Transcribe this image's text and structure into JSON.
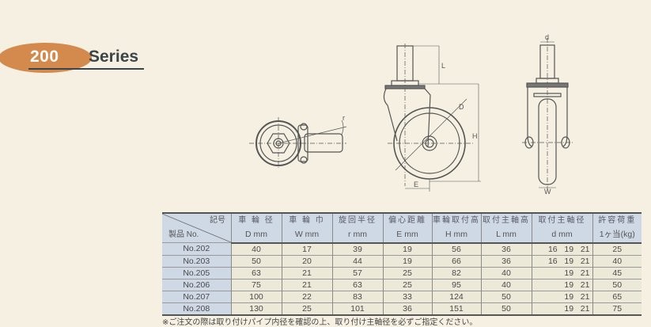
{
  "title": {
    "number": "200",
    "label": "Series"
  },
  "colors": {
    "background": "#f5f0e2",
    "oval": "#d48a4c",
    "header_bg": "#cfd9e6",
    "cell_bg": "#ece9d8",
    "line": "#555555"
  },
  "diagram_labels": {
    "top_r": "r",
    "side_L": "L",
    "side_D": "D",
    "side_H": "H",
    "side_E": "E",
    "front_d": "d",
    "front_W": "W"
  },
  "table": {
    "corner_top": "記号",
    "corner_bottom": "製品 No.",
    "headers": [
      {
        "jp": "車 輪 径",
        "unit": "D mm"
      },
      {
        "jp": "車 輪 巾",
        "unit": "W mm"
      },
      {
        "jp": "旋回半径",
        "unit": "r mm"
      },
      {
        "jp": "偏心距離",
        "unit": "E mm"
      },
      {
        "jp": "車輪取付高",
        "unit": "H mm"
      },
      {
        "jp": "取付主軸高",
        "unit": "L mm"
      },
      {
        "jp": "取付主軸径",
        "unit": "d mm"
      },
      {
        "jp": "許容荷重",
        "unit": "1ヶ当(kg)"
      }
    ],
    "rows": [
      {
        "model": "No.202",
        "D": "40",
        "W": "17",
        "r": "39",
        "E": "19",
        "H": "56",
        "L": "36",
        "d": "16   19   21",
        "load": "25"
      },
      {
        "model": "No.203",
        "D": "50",
        "W": "20",
        "r": "44",
        "E": "19",
        "H": "66",
        "L": "36",
        "d": "16   19   21",
        "load": "40"
      },
      {
        "model": "No.205",
        "D": "63",
        "W": "21",
        "r": "57",
        "E": "25",
        "H": "82",
        "L": "40",
        "d": "19   21",
        "load": "45"
      },
      {
        "model": "No.206",
        "D": "75",
        "W": "21",
        "r": "63",
        "E": "25",
        "H": "95",
        "L": "40",
        "d": "19   21",
        "load": "50"
      },
      {
        "model": "No.207",
        "D": "100",
        "W": "22",
        "r": "83",
        "E": "33",
        "H": "124",
        "L": "50",
        "d": "19   21",
        "load": "65"
      },
      {
        "model": "No.208",
        "D": "130",
        "W": "25",
        "r": "101",
        "E": "36",
        "H": "151",
        "L": "50",
        "d": "19   21",
        "load": "75"
      }
    ]
  },
  "note": "※ご注文の際は取り付けパイプ内径を確認の上、取り付け主軸径を必ずご指定ください。"
}
